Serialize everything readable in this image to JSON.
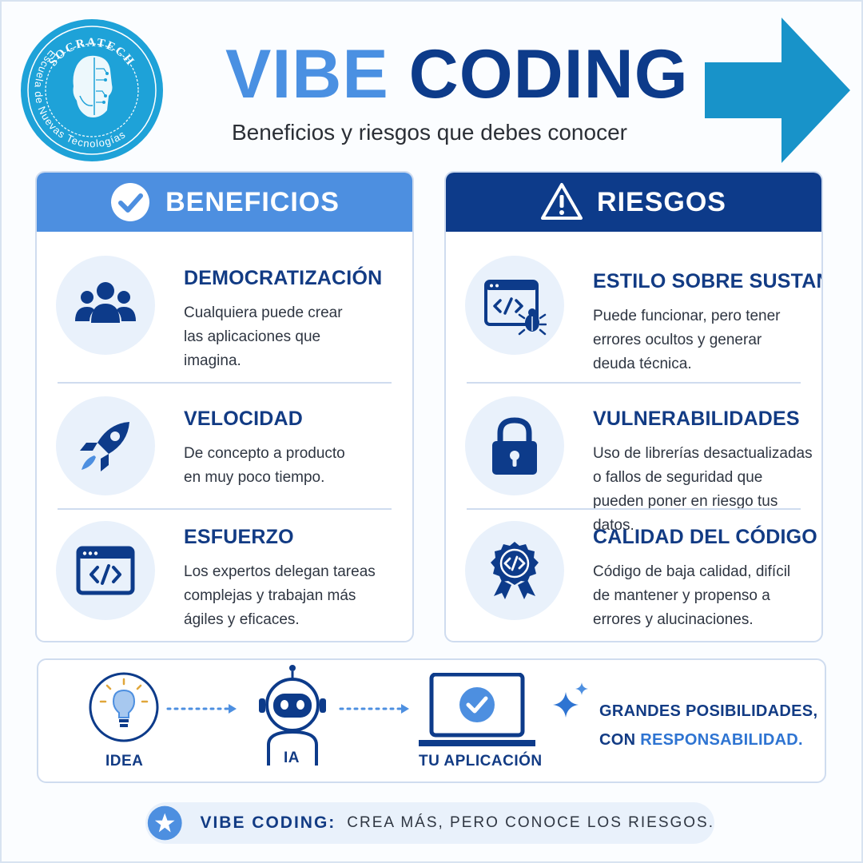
{
  "logo": {
    "arc_text": "SOCRATECH",
    "ring_text": "Escuela de Nuevas Tecnologías",
    "icon": "philosopher-head-circuit-icon"
  },
  "header": {
    "title_part1": "VIBE",
    "title_part2": "CODING",
    "subtitle": "Beneficios y riesgos que debes conocer",
    "arrow_icon": "right-arrow-icon"
  },
  "colors": {
    "light_blue": "#4d8fe0",
    "dark_blue": "#0d3b8a",
    "accent": "#2e74d2",
    "logo_cyan": "#1ea2d8"
  },
  "benefits": {
    "heading": "BENEFICIOS",
    "icon": "check-circle-icon",
    "items": [
      {
        "title": "DEMOCRATIZACIÓN",
        "description": "Cualquiera puede crear las aplicaciones que imagina.",
        "icon": "people-icon"
      },
      {
        "title": "VELOCIDAD",
        "description": "De concepto a producto en muy poco tiempo.",
        "icon": "rocket-icon"
      },
      {
        "title": "ESFUERZO",
        "description": "Los expertos delegan tareas complejas y trabajan más ágiles y eficaces.",
        "icon": "code-window-icon"
      }
    ]
  },
  "risks": {
    "heading": "RIESGOS",
    "icon": "warning-triangle-icon",
    "items": [
      {
        "title": "ESTILO SOBRE SUSTANCIA",
        "description": "Puede funcionar, pero tener errores ocultos y generar deuda técnica.",
        "icon": "code-bug-icon"
      },
      {
        "title": "VULNERABILIDADES",
        "description": "Uso de librerías desactualizadas o fallos de seguridad que pueden poner en riesgo tus datos.",
        "icon": "padlock-icon"
      },
      {
        "title": "CALIDAD DEL CÓDIGO",
        "description": "Código de baja calidad, difícil de mantener y propenso a errores y alucinaciones.",
        "icon": "code-badge-icon"
      }
    ]
  },
  "flow": {
    "steps": [
      {
        "label": "IDEA",
        "icon": "lightbulb-icon"
      },
      {
        "label": "IA",
        "icon": "robot-icon"
      },
      {
        "label": "TU APLICACIÓN",
        "icon": "laptop-check-icon"
      }
    ],
    "tagline_line1": "GRANDES POSIBILIDADES,",
    "tagline_line2_prefix": "CON",
    "tagline_line2_accent": "RESPONSABILIDAD."
  },
  "footer": {
    "label": "VIBE CODING:",
    "text": "CREA MÁS, PERO CONOCE LOS RIESGOS.",
    "icon": "star-icon"
  }
}
